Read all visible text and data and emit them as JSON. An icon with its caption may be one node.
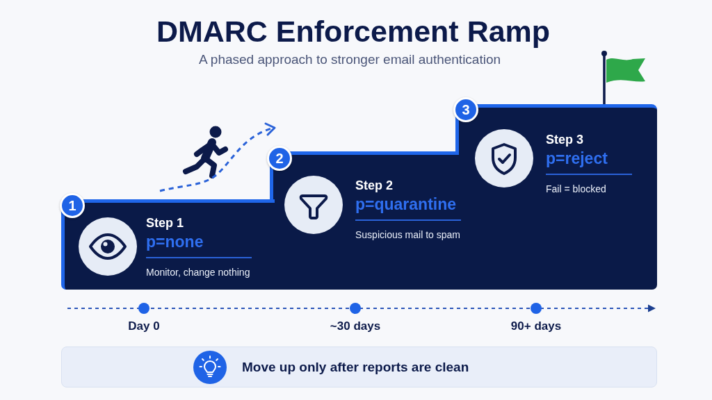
{
  "diagram": {
    "title": "DMARC Enforcement Ramp",
    "nodes": [
      {
        "text": [
          "1"
        ]
      },
      {
        "text": [
          "Step 1",
          "p=none",
          "Monitor, change nothing"
        ]
      },
      {
        "text": [
          "2"
        ]
      },
      {
        "text": [
          "Step 2",
          "p=quarantine",
          "Suspicious mail to spam"
        ]
      },
      {
        "text": [
          "3"
        ]
      },
      {
        "text": [
          "Step 3",
          "p=reject",
          "Fail = blocked"
        ]
      },
      {
        "text": [
          "Move up only after reports are clean"
        ]
      }
    ],
    "labels": [
      "A phased approach to stronger email authentication",
      "Day 0",
      "~30 days",
      "90+ days"
    ]
  }
}
